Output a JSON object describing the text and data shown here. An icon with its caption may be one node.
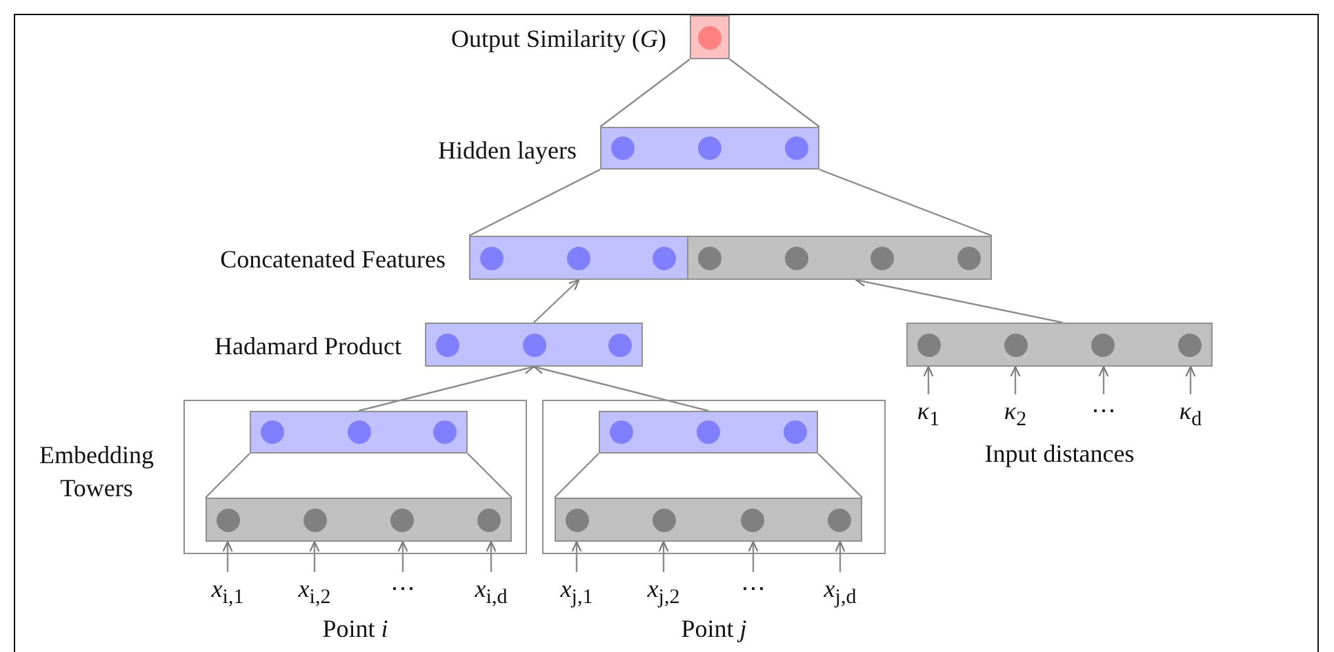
{
  "diagram": {
    "nodes": [
      {
        "text": [
          "Output Similarity (*G*)"
        ]
      },
      {
        "text": [
          "Hidden layers"
        ]
      },
      {
        "text": [
          "Concatenated Features"
        ]
      },
      {
        "text": [
          "Hadamard Product"
        ]
      },
      {
        "text": [
          "Point *i*"
        ]
      },
      {
        "text": [],
        "shape": "box",
        "in": 4
      },
      {
        "text": [],
        "shape": "box",
        "in": 4
      },
      {
        "text": [
          "Point *j*"
        ]
      },
      {
        "text": [],
        "shape": "box",
        "in": 7
      },
      {
        "text": [],
        "shape": "box",
        "in": 7
      },
      {
        "text": [
          "Input distances"
        ]
      },
      {
        "text": [
          "*x*$_{i,1}$"
        ]
      },
      {
        "text": [
          "*x*$_{i,2}$"
        ]
      },
      {
        "text": [
          "⋯"
        ]
      },
      {
        "text": [
          "*x*$_{i,d}$"
        ]
      },
      {
        "text": [
          "*x*$_{j,1}$"
        ]
      },
      {
        "text": [
          "*x*$_{j,2}$"
        ]
      },
      {
        "text": [
          "⋯"
        ]
      },
      {
        "text": [
          "*x*$_{j,d}$"
        ]
      },
      {
        "text": [
          "*κ*$_{1}$"
        ]
      },
      {
        "text": [
          "*κ*$_{2}$"
        ]
      },
      {
        "text": [
          "⋯"
        ]
      },
      {
        "text": [
          "*κ*$_{d}$"
        ]
      }
    ],
    "edges": [
      {
        "from": 1,
        "to": 0,
        "arrow": "none"
      },
      {
        "from": 1,
        "to": 0,
        "arrow": "none"
      },
      {
        "from": 2,
        "to": 1,
        "arrow": "none"
      },
      {
        "from": 2,
        "to": 1,
        "arrow": "none"
      },
      {
        "from": 3,
        "to": 2,
        "arrow": "to"
      },
      {
        "from": 10,
        "to": 2,
        "arrow": "to"
      },
      {
        "from": 5,
        "to": 3,
        "arrow": "to"
      },
      {
        "from": 8,
        "to": 3,
        "arrow": "to"
      },
      {
        "from": 6,
        "to": 5,
        "arrow": "none"
      },
      {
        "from": 6,
        "to": 5,
        "arrow": "none"
      },
      {
        "from": 9,
        "to": 8,
        "arrow": "none"
      },
      {
        "from": 9,
        "to": 8,
        "arrow": "none"
      },
      {
        "from": 11,
        "to": 6,
        "arrow": "to"
      },
      {
        "from": 12,
        "to": 6,
        "arrow": "to"
      },
      {
        "from": 13,
        "to": 6,
        "arrow": "to"
      },
      {
        "from": 14,
        "to": 6,
        "arrow": "to"
      },
      {
        "from": 15,
        "to": 9,
        "arrow": "to"
      },
      {
        "from": 16,
        "to": 9,
        "arrow": "to"
      },
      {
        "from": 17,
        "to": 9,
        "arrow": "to"
      },
      {
        "from": 18,
        "to": 9,
        "arrow": "to"
      },
      {
        "from": 19,
        "to": 10,
        "arrow": "to"
      },
      {
        "from": 20,
        "to": 10,
        "arrow": "to"
      },
      {
        "from": 21,
        "to": 10,
        "arrow": "to"
      },
      {
        "from": 22,
        "to": 10,
        "arrow": "to"
      }
    ],
    "labels": [
      "Embedding Towers"
    ]
  }
}
